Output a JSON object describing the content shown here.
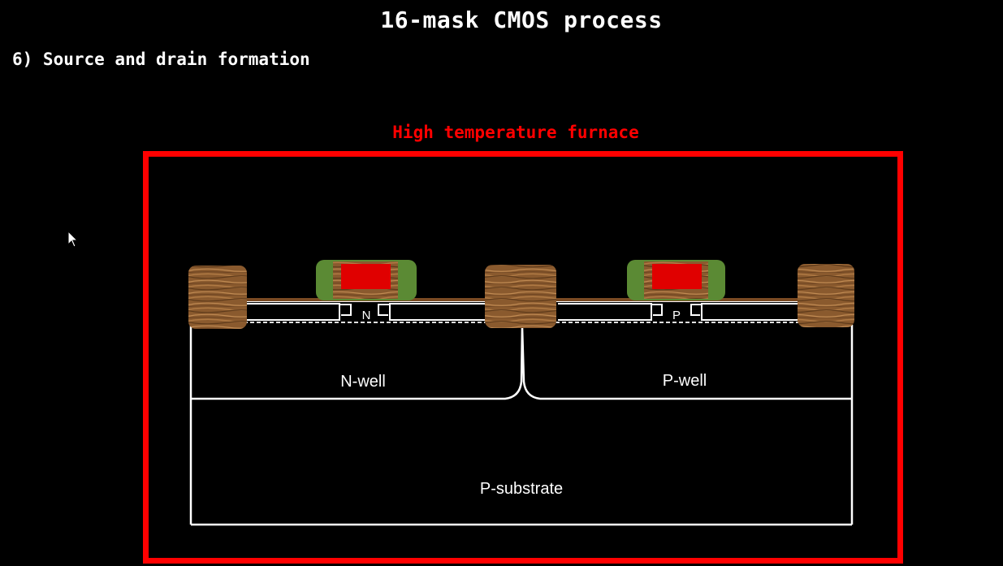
{
  "slide": {
    "title": "16-mask CMOS process",
    "step": "6)  Source and drain formation"
  },
  "furnace": {
    "label": "High temperature furnace",
    "color": "#ff0000"
  },
  "regions": {
    "n_well": "N-well",
    "p_well": "P-well",
    "substrate": "P-substrate"
  },
  "channels": {
    "nmos_side": "N",
    "pmos_side": "P"
  },
  "colors": {
    "background": "#000000",
    "outline": "#ffffff",
    "gate_poly": "#e00000",
    "spacer": "#5b8a34",
    "field_oxide": "wood-texture"
  },
  "icons": {
    "cursor": "mouse-pointer-icon"
  }
}
